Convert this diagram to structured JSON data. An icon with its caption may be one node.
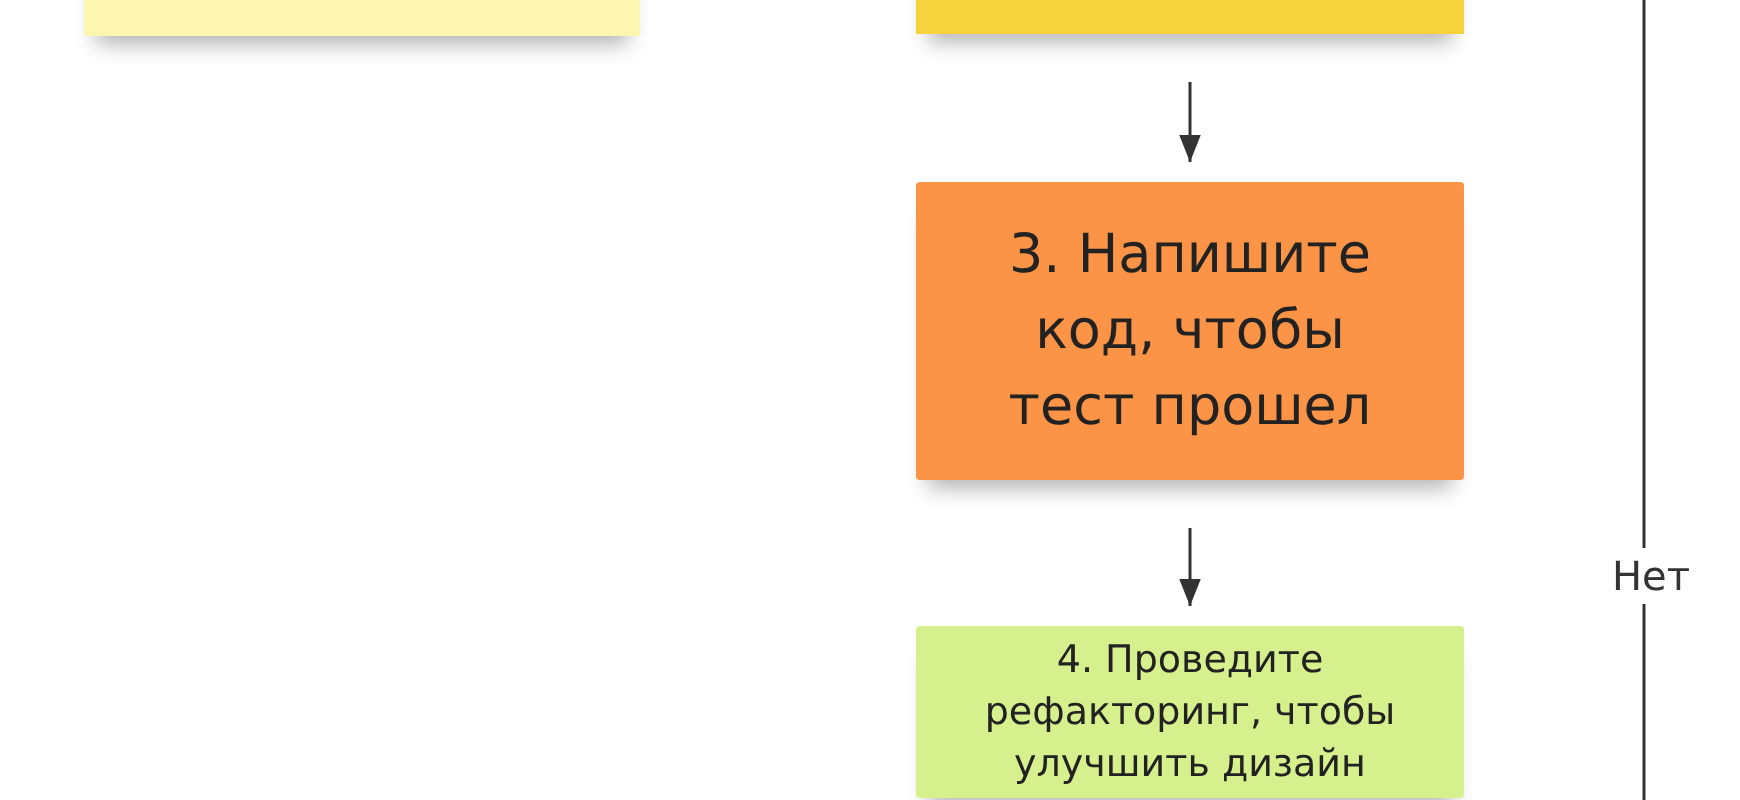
{
  "diagram": {
    "nodes": [
      {
        "text": [],
        "shape": "box"
      },
      {
        "text": [],
        "shape": "box"
      },
      {
        "text": [
          "3. Напишите код, чтобы тест прошел"
        ]
      },
      {
        "text": [
          "4. Проведите рефакторинг, чтобы улучшить дизайн"
        ]
      }
    ],
    "edges": [
      {
        "from": 1,
        "to": 2,
        "arrow": "to"
      },
      {
        "from": 2,
        "to": 3,
        "arrow": "to"
      }
    ],
    "labels": [
      "Нет"
    ]
  }
}
